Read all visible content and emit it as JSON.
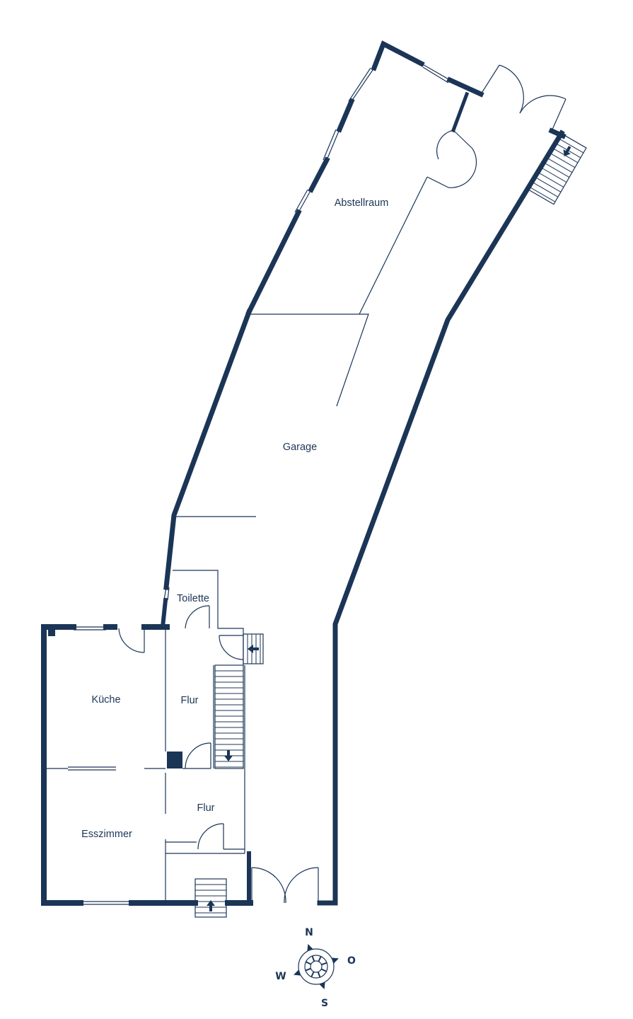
{
  "floorplan": {
    "rooms": {
      "abstellraum": "Abstellraum",
      "garage": "Garage",
      "toilette": "Toilette",
      "kueche": "Küche",
      "flur_upper": "Flur",
      "flur_lower": "Flur",
      "esszimmer": "Esszimmer"
    },
    "compass": {
      "north": "N",
      "east": "O",
      "south": "S",
      "west": "W"
    }
  },
  "colors": {
    "wall": "#1b3557",
    "line": "#1b3557",
    "background": "#ffffff",
    "label": "#1b3557"
  }
}
